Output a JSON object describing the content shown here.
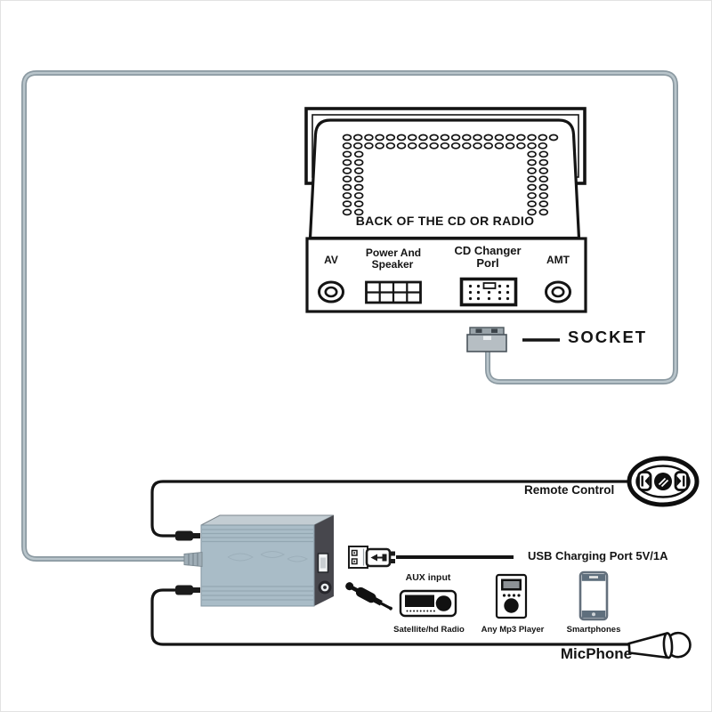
{
  "unit": {
    "back_label": "BACK OF THE CD OR RADIO",
    "ports": {
      "av": "AV",
      "power_line1": "Power And",
      "power_line2": "Speaker",
      "cd_line1": "CD Changer",
      "cd_line2": "Porl",
      "amt": "AMT"
    }
  },
  "labels": {
    "socket": "SOCKET",
    "remote": "Remote Control",
    "usb": "USB Charging Port 5V/1A",
    "aux": "AUX input",
    "satellite": "Satellite/hd Radio",
    "mp3": "Any Mp3 Player",
    "smartphones": "Smartphones",
    "mic": "MicPhone"
  },
  "colors": {
    "line_black": "#141414",
    "wire_gray": "#8b99a1",
    "wire_gray_light": "#b9c5cb",
    "box_front": "#a9bcc7",
    "box_side": "#47474d",
    "box_top": "#c3cdd3",
    "phone_gray": "#64707c"
  },
  "vents": {
    "top_row1_count": 20,
    "top_row2_count": 19,
    "side_column_rows": 8
  }
}
